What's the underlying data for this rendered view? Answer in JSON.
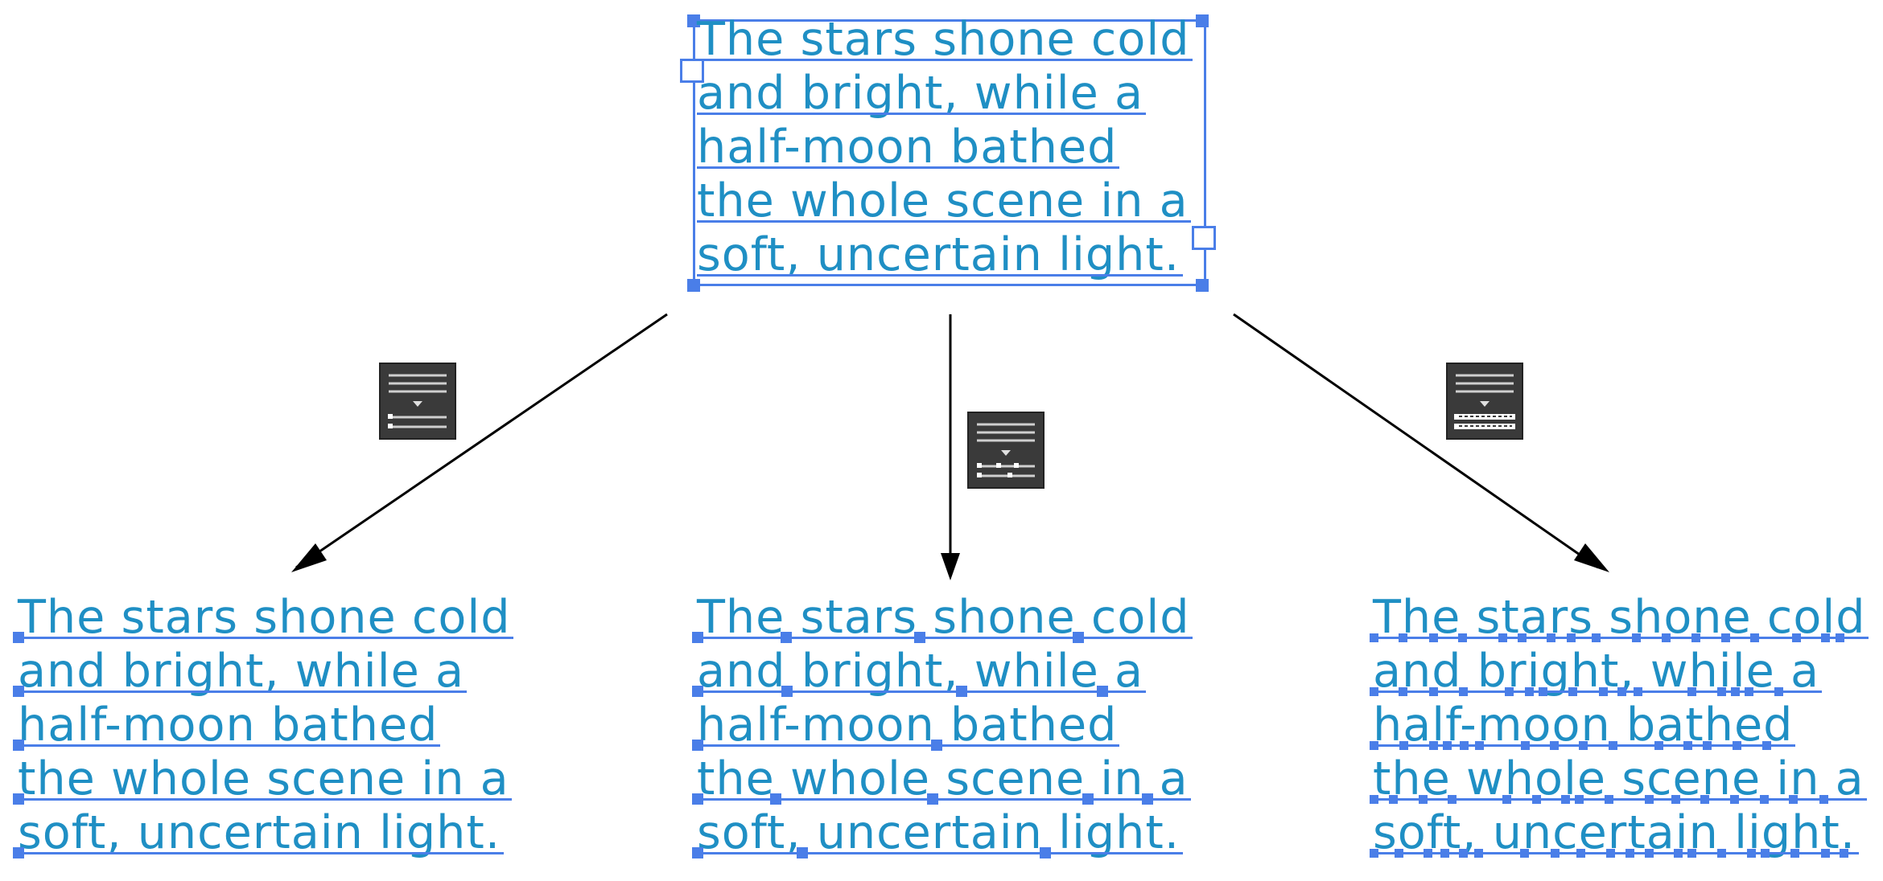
{
  "text_lines": [
    "The stars shone cold",
    "and bright, while a",
    "half-moon bathed",
    "the whole scene in a",
    "soft, uncertain light."
  ],
  "colors": {
    "text": "#1f8fc4",
    "selection": "#4a7ee8",
    "arrow": "#000000",
    "icon_bg": "#3a3a3a"
  },
  "icons": [
    "select-lines-icon",
    "select-words-icon",
    "select-characters-icon"
  ]
}
